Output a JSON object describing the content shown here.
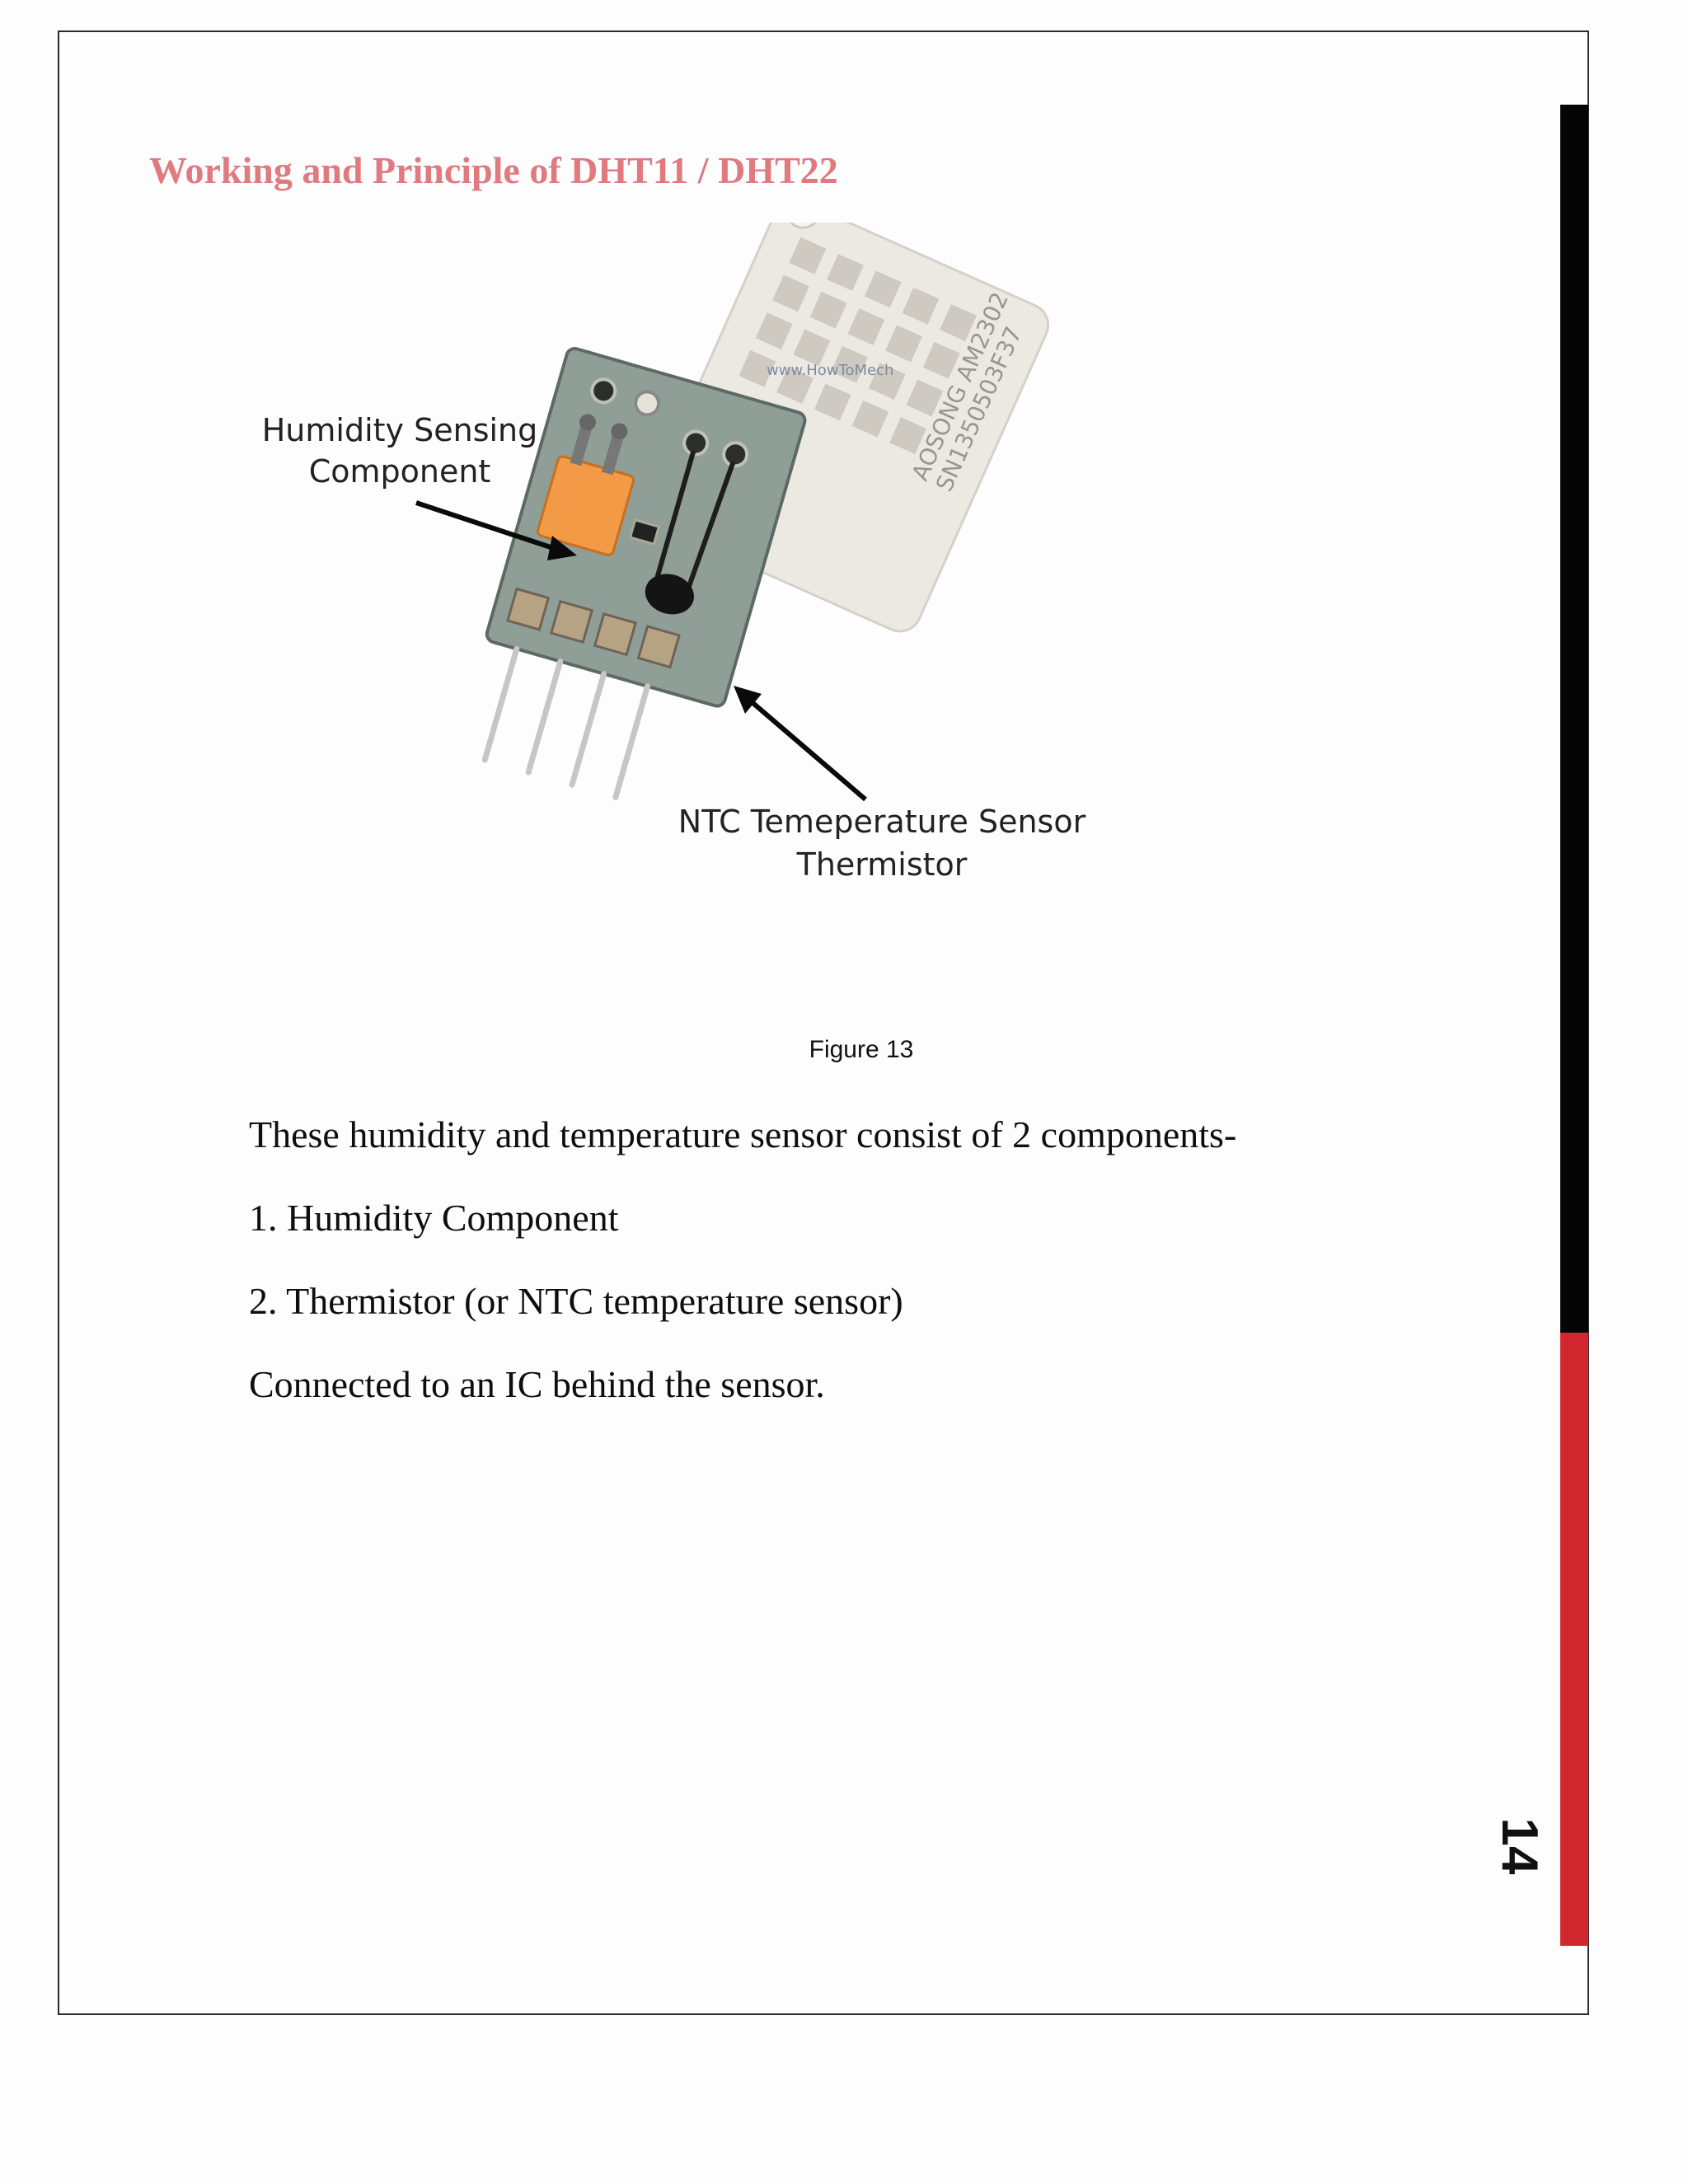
{
  "section_title": "Working and Principle of DHT11 / DHT22",
  "figure": {
    "label_humidity_line1": "Humidity Sensing",
    "label_humidity_line2": "Component",
    "label_ntc_line1": "NTC Temeperature Sensor",
    "label_ntc_line2": "Thermistor",
    "watermark": "www.HowToMech",
    "casing_text_line1": "AOSONG AM2302",
    "casing_text_line2": "SN1350503F37",
    "caption": "Figure 13"
  },
  "body": {
    "intro": "These humidity and temperature sensor consist of 2 components-",
    "item1": "1. Humidity Component",
    "item2": "2. Thermistor (or NTC temperature sensor)",
    "connected": "Connected to an IC behind the sensor."
  },
  "page_number": "14",
  "colors": {
    "title": "#e07a7f",
    "side_bar_top": "#050505",
    "side_bar_bottom": "#d1282f"
  }
}
